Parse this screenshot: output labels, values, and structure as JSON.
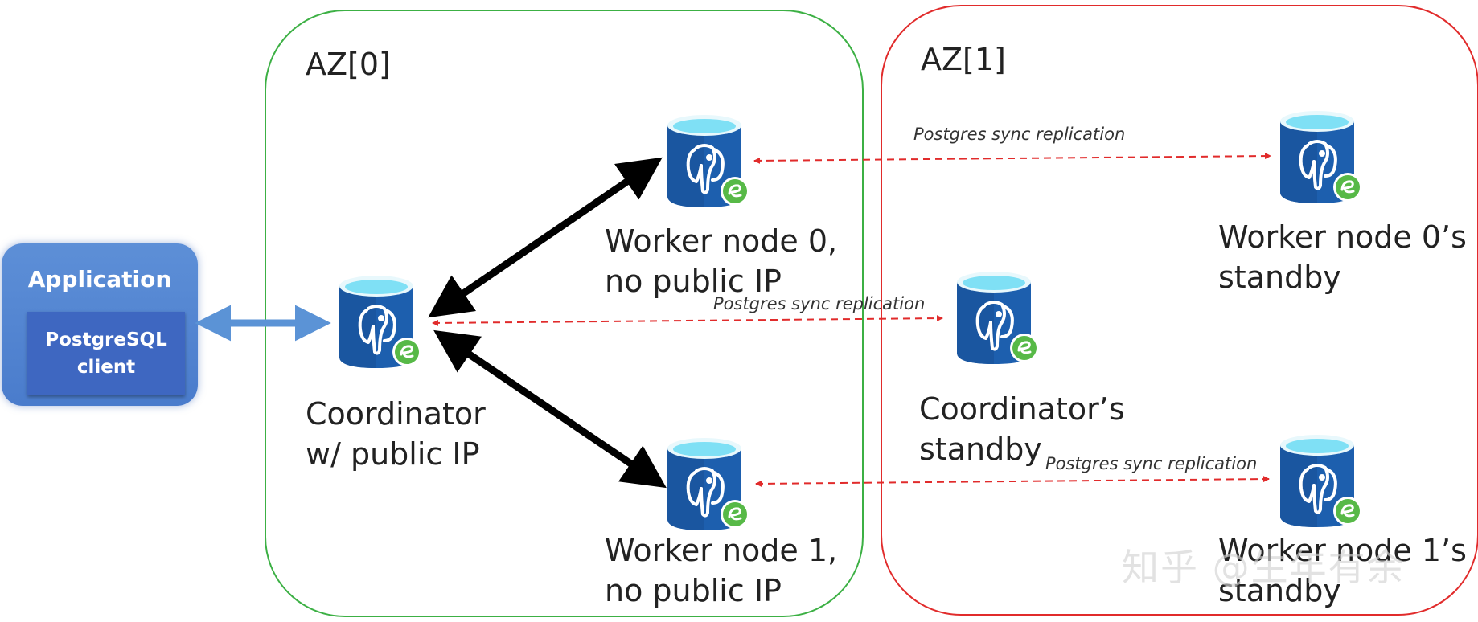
{
  "zones": {
    "az0": {
      "title": "AZ[0]",
      "color": "#3cb044"
    },
    "az1": {
      "title": "AZ[1]",
      "color": "#e12b2b"
    }
  },
  "application": {
    "title": "Application",
    "client": "PostgreSQL\nclient"
  },
  "nodes": {
    "coordinator": "Coordinator\nw/ public IP",
    "worker0": "Worker node 0,\nno public IP",
    "worker1": "Worker node 1,\nno public IP",
    "coordinator_standby": "Coordinator’s\nstandby",
    "worker0_standby": "Worker node 0’s\nstandby",
    "worker1_standby": "Worker node 1’s\nstandby"
  },
  "replication_label": {
    "top": "Postgres sync replication",
    "middle": "Postgres sync replication",
    "bottom": "Postgres sync replication"
  },
  "colors": {
    "db_body": "#1d5fae",
    "db_top": "#7fe0f5",
    "badge": "#57b947",
    "replication_line": "#e12b2b",
    "app_arrow": "#5b93d6"
  },
  "watermark": "知乎 @生年有余"
}
